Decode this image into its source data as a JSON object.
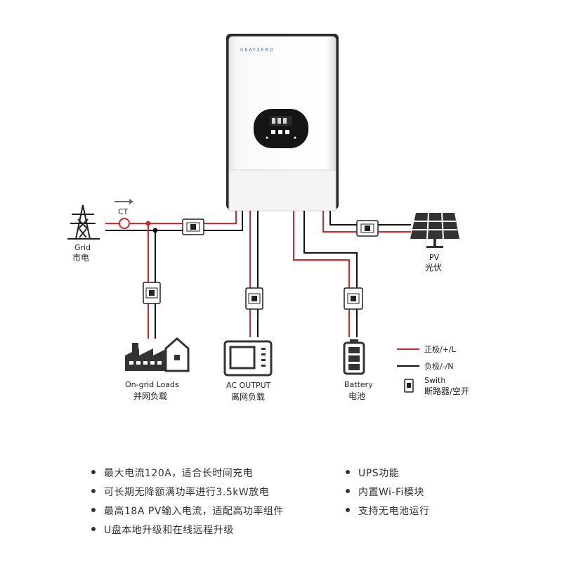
{
  "product": {
    "brand": "URAYZERO"
  },
  "nodes": {
    "grid": {
      "label_en": "Grid",
      "label_cn": "市电"
    },
    "ct": {
      "label": "CT"
    },
    "pv": {
      "label_en": "PV",
      "label_cn": "光伏"
    },
    "on_grid_loads": {
      "label_en": "On-grid Loads",
      "label_cn": "并网负载"
    },
    "ac_output": {
      "label_en": "AC OUTPUT",
      "label_cn": "离网负载"
    },
    "battery": {
      "label_en": "Battery",
      "label_cn": "电池"
    }
  },
  "legend": {
    "positive": "正极/+/L",
    "negative": "负极/-/N",
    "switch_en": "Swith",
    "switch_cn": "断路器/空开"
  },
  "colors": {
    "positive_wire": "#d9262b",
    "negative_wire": "#111111"
  },
  "features": [
    "最大电流120A，适合长时间充电",
    "可长期无降额满功率进行3.5kW放电",
    "最高18A PV输入电流，适配高功率组件",
    "U盘本地升级和在线远程升级",
    "UPS功能",
    "内置Wi-Fi模块",
    "支持无电池运行"
  ]
}
